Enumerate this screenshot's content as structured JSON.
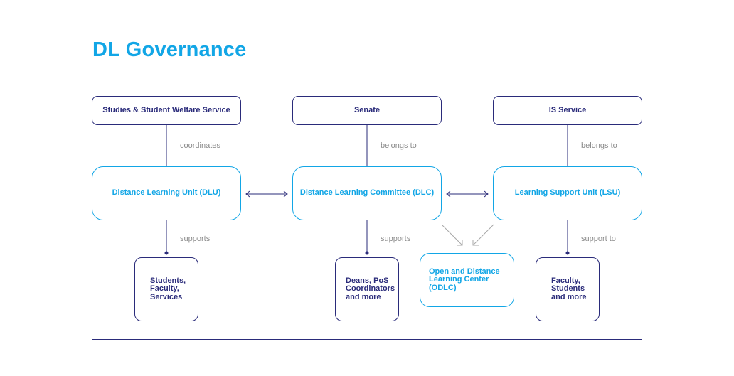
{
  "title": "DL Governance",
  "nodes": {
    "studies": "Studies & Student Welfare Service",
    "senate": "Senate",
    "is_service": "IS Service",
    "dlu": "Distance Learning Unit (DLU)",
    "dlc": "Distance Learning Committee (DLC)",
    "lsu": "Learning Support Unit (LSU)",
    "students": "Students,\nFaculty,\nServices",
    "deans": "Deans, PoS\nCoordinators\nand more",
    "odlc": "Open and Distance\nLearning Center (ODLC)",
    "faculty": "Faculty,\nStudents\nand more"
  },
  "edge_labels": {
    "coordinates": "coordinates",
    "belongs_to_1": "belongs to",
    "belongs_to_2": "belongs to",
    "supports_1": "supports",
    "supports_2": "supports",
    "support_to": "support to"
  },
  "colors": {
    "dark": "#2a2b7a",
    "accent": "#12a6e6",
    "label": "#8a8a8a",
    "arrow_gray": "#a8a8a8"
  }
}
